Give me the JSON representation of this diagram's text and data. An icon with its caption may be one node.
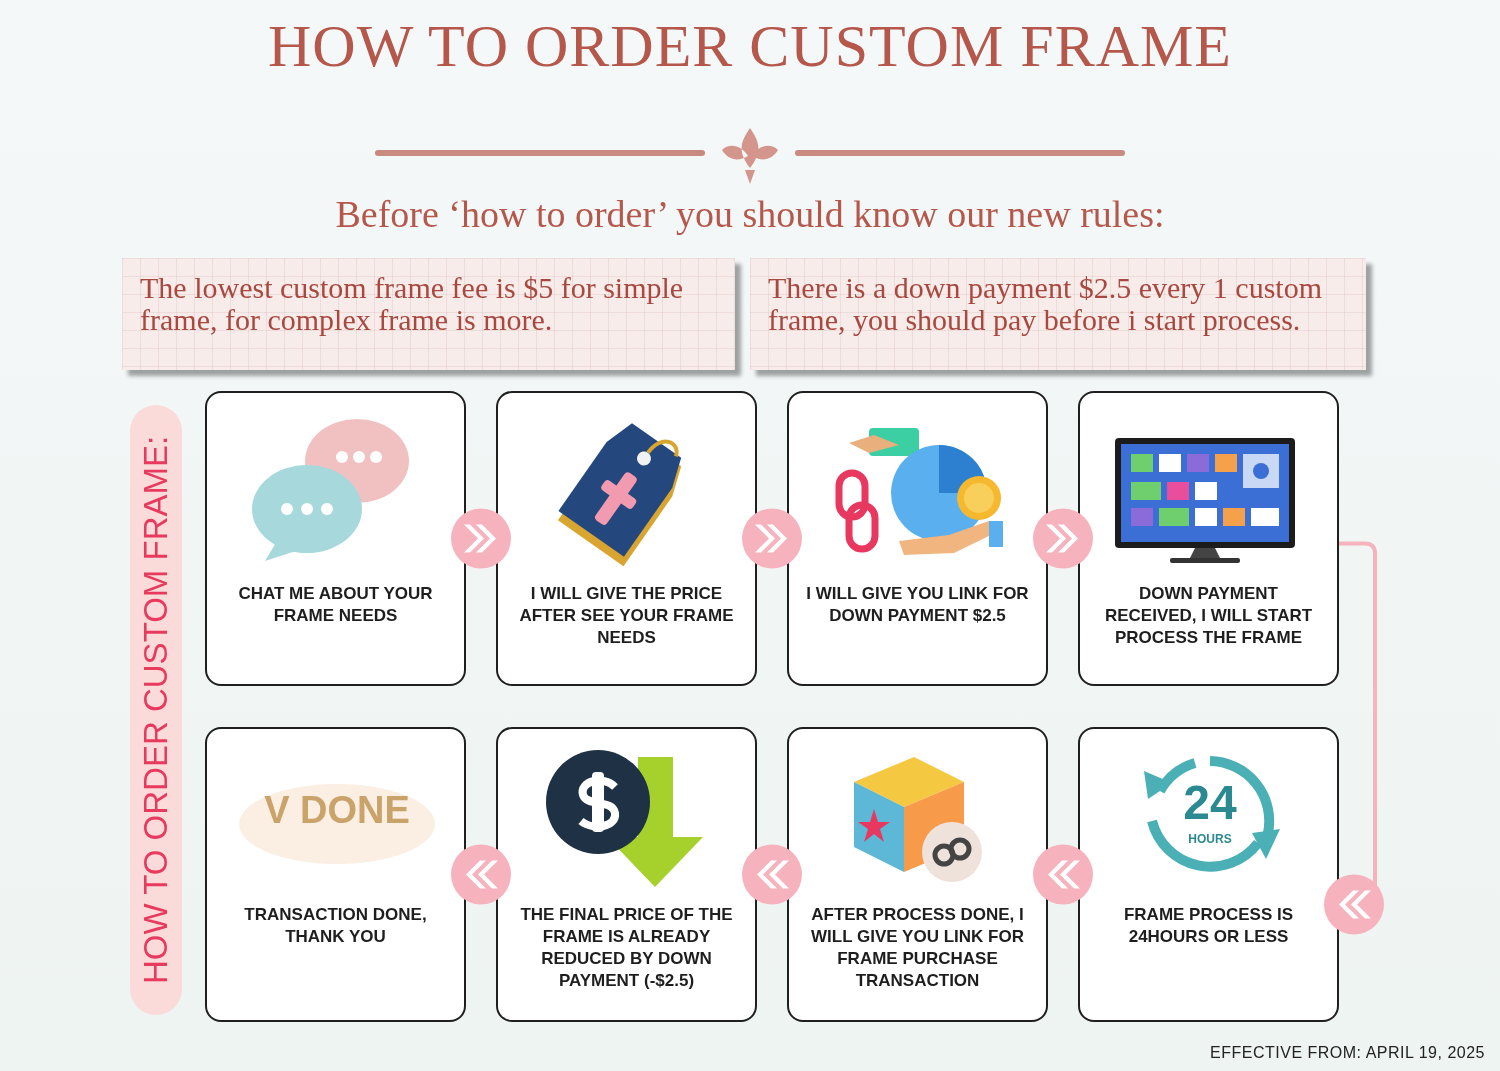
{
  "diagram": {
    "title": "HOW TO ORDER CUSTOM FRAME",
    "nodes": [
      {
        "text": [
          "The lowest custom frame fee is $5 for simple frame, for complex frame is more."
        ]
      },
      {
        "text": [
          "There is a down payment $2.5 every 1 custom frame, you should pay before i start process."
        ]
      },
      {
        "text": [
          "HOW TO ORDER CUSTOM FRAME:"
        ]
      },
      {
        "text": [
          "CHAT ME ABOUT YOUR FRAME NEEDS"
        ]
      },
      {
        "text": [
          "I WILL GIVE THE PRICE AFTER SEE YOUR FRAME NEEDS"
        ]
      },
      {
        "text": [
          "I WILL GIVE YOU LINK FOR DOWN PAYMENT $2.5"
        ]
      },
      {
        "text": [
          "DOWN PAYMENT RECEIVED, I WILL START PROCESS THE FRAME"
        ]
      },
      {
        "text": [
          "V DONE",
          "TRANSACTION DONE, THANK YOU"
        ]
      },
      {
        "text": [
          "THE FINAL PRICE OF THE FRAME IS ALREADY REDUCED BY DOWN PAYMENT (-$2.5)"
        ]
      },
      {
        "text": [
          "AFTER PROCESS DONE, I WILL GIVE YOU LINK FOR FRAME PURCHASE TRANSACTION"
        ]
      },
      {
        "text": [
          "24",
          "HOURS",
          "FRAME PROCESS IS 24HOURS OR LESS"
        ]
      }
    ],
    "edges": [
      {
        "from": 3,
        "to": 4,
        "arrow": "to"
      },
      {
        "from": 4,
        "to": 5,
        "arrow": "to"
      },
      {
        "from": 5,
        "to": 6,
        "arrow": "to"
      },
      {
        "from": 6,
        "to": 10,
        "arrow": "to"
      },
      {
        "from": 10,
        "to": 9,
        "arrow": "to"
      },
      {
        "from": 9,
        "to": 8,
        "arrow": "to"
      },
      {
        "from": 8,
        "to": 7,
        "arrow": "to"
      }
    ],
    "labels": [
      "Before ‘how to order’ you should know our new rules:",
      "EFFECTIVE FROM: APRIL 19, 2025"
    ]
  }
}
